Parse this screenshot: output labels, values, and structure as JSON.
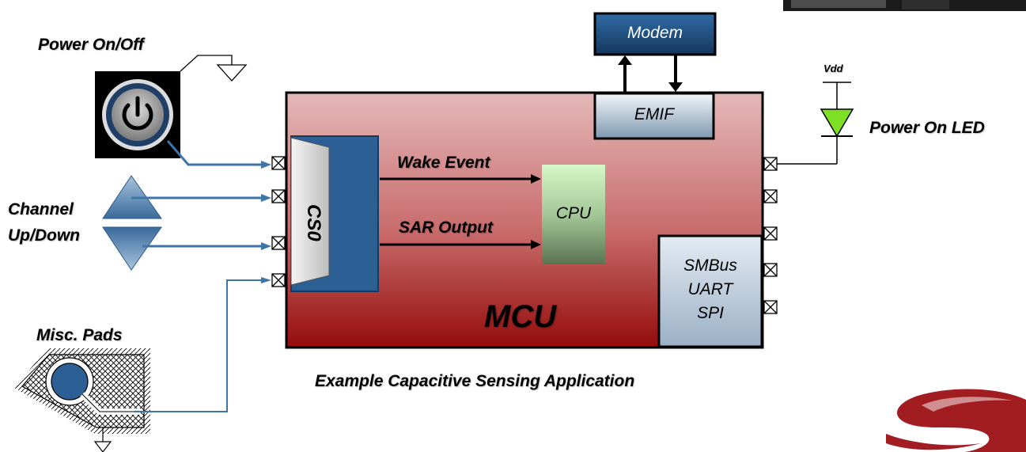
{
  "labels": {
    "power_on_off": "Power On/Off",
    "channel": "Channel",
    "up_down": "Up/Down",
    "misc_pads": "Misc. Pads",
    "modem": "Modem",
    "emif": "EMIF",
    "vdd": "Vdd",
    "power_on_led": "Power On LED",
    "cs0": "CS0",
    "wake_event": "Wake Event",
    "sar_output": "SAR Output",
    "cpu": "CPU",
    "smbus": "SMBus",
    "uart": "UART",
    "spi": "SPI",
    "mcu": "MCU",
    "caption": "Example Capacitive Sensing Application"
  },
  "colors": {
    "mcu_top": "#e2b4b4",
    "mcu_bottom": "#9a1010",
    "block_blue": "#2c5f93",
    "modem_bg": "#1f4f82",
    "led_green": "#7ee024",
    "cpu_top": "#d3f4c4",
    "cpu_bottom": "#5d7a56",
    "wire_blue": "#3f74a8",
    "logo_red": "#a11d22"
  }
}
